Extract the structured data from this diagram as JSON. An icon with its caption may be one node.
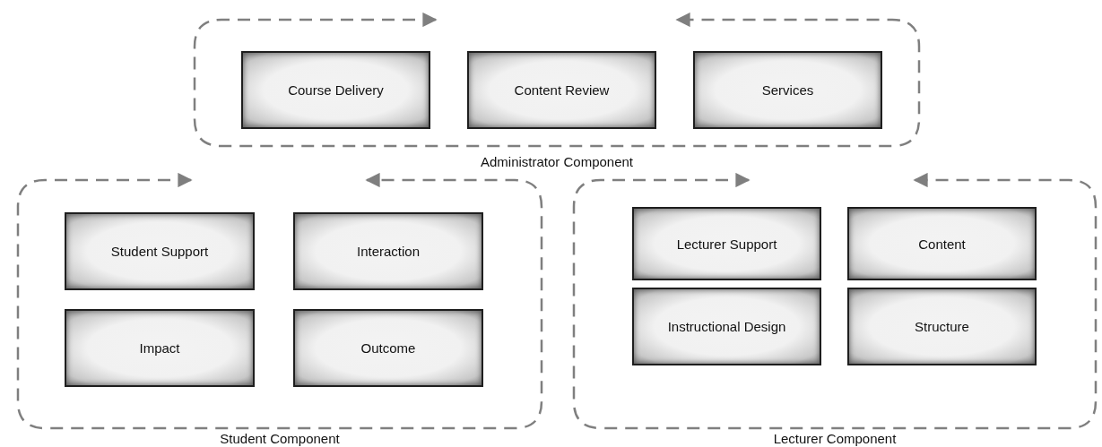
{
  "diagram": {
    "nodes": [
      {
        "text": [],
        "shape": "box",
        "beside": [
          "Administrator Component"
        ]
      },
      {
        "text": [
          "Course Delivery"
        ],
        "in": 0
      },
      {
        "text": [
          "Content Review"
        ],
        "in": 0
      },
      {
        "text": [
          "Services"
        ],
        "in": 0
      },
      {
        "text": [],
        "shape": "box",
        "beside": [
          "Student Component"
        ]
      },
      {
        "text": [
          "Student Support"
        ],
        "in": 4
      },
      {
        "text": [
          "Interaction"
        ],
        "in": 4
      },
      {
        "text": [
          "Impact"
        ],
        "in": 4
      },
      {
        "text": [
          "Outcome"
        ],
        "in": 4
      },
      {
        "text": [],
        "shape": "box",
        "beside": [
          "Lecturer Component"
        ]
      },
      {
        "text": [
          "Lecturer Support"
        ],
        "in": 9
      },
      {
        "text": [
          "Content"
        ],
        "in": 9
      },
      {
        "text": [
          "Instructional Design"
        ],
        "in": 9
      },
      {
        "text": [
          "Structure"
        ],
        "in": 9
      }
    ]
  }
}
